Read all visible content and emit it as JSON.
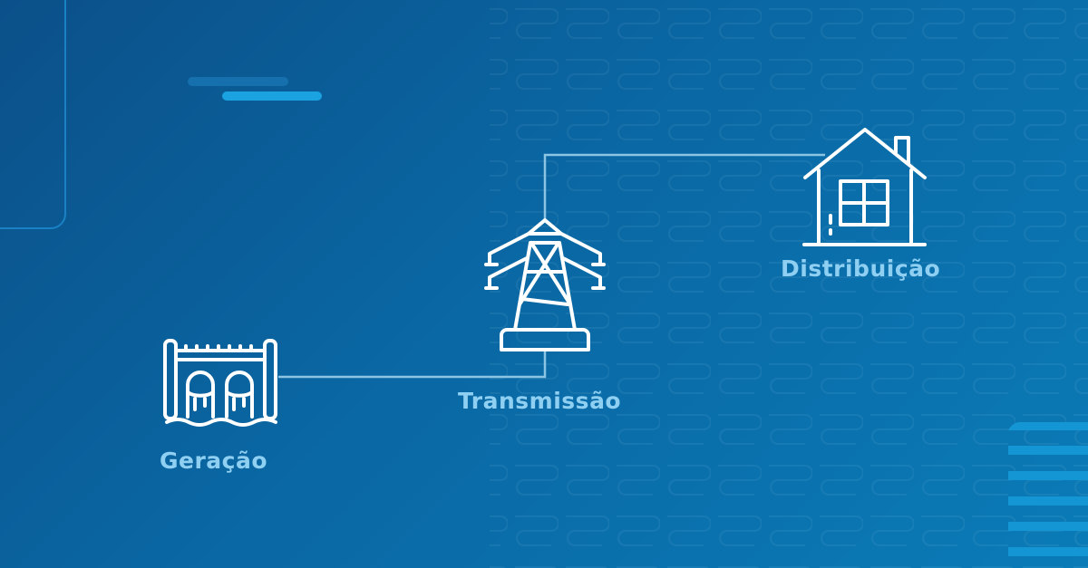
{
  "nodes": [
    {
      "label": "Geração",
      "icon": "hydro-dam-icon"
    },
    {
      "label": "Transmissão",
      "icon": "transmission-tower-icon"
    },
    {
      "label": "Distribuição",
      "icon": "house-icon"
    }
  ],
  "colors": {
    "background": "#0a67a3",
    "label": "#8fd0f2",
    "accent": "#1aa3e0",
    "connector": "#8cc4e4",
    "icon": "#ffffff"
  }
}
